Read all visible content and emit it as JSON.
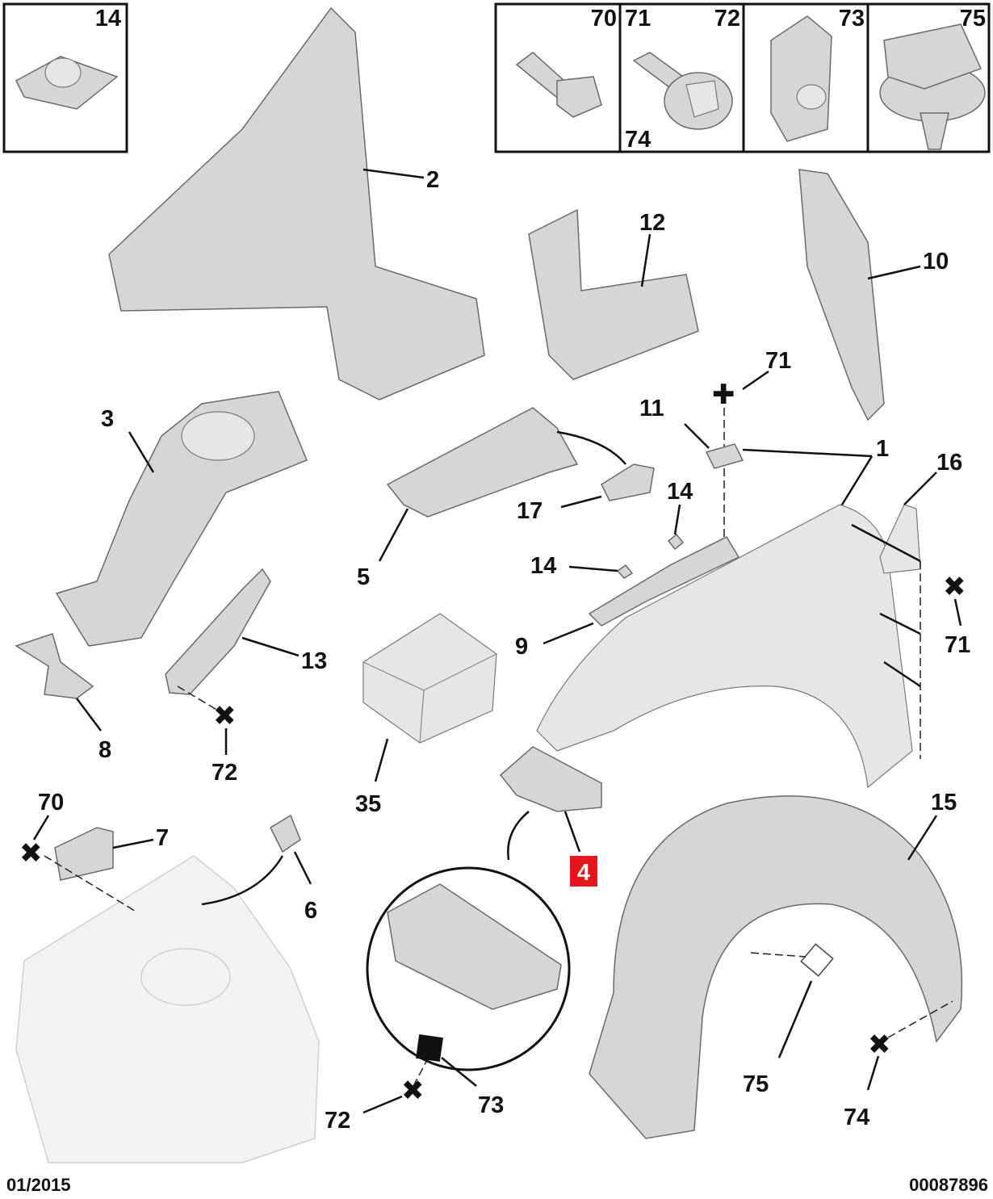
{
  "labels": {
    "box_14": "14",
    "box_70": "70",
    "box_71": "71",
    "box_72": "72",
    "box_74": "74",
    "box_73": "73",
    "box_75": "75",
    "p2": "2",
    "p12": "12",
    "p10": "10",
    "p71a": "71",
    "p11": "11",
    "p1": "1",
    "p16": "16",
    "p3": "3",
    "p5": "5",
    "p17": "17",
    "p14a": "14",
    "p14b": "14",
    "p9": "9",
    "p13": "13",
    "p8": "8",
    "p72a": "72",
    "p35": "35",
    "p71b": "71",
    "p15": "15",
    "p70": "70",
    "p7": "7",
    "p6": "6",
    "p4": "4",
    "p75": "75",
    "p72b": "72",
    "p73": "73",
    "p74": "74"
  },
  "footer": {
    "date": "01/2015",
    "ref": "00087896"
  },
  "colors": {
    "highlight": "#e8141b",
    "part_fill": "#d6d6d6",
    "outline": "#111111"
  }
}
